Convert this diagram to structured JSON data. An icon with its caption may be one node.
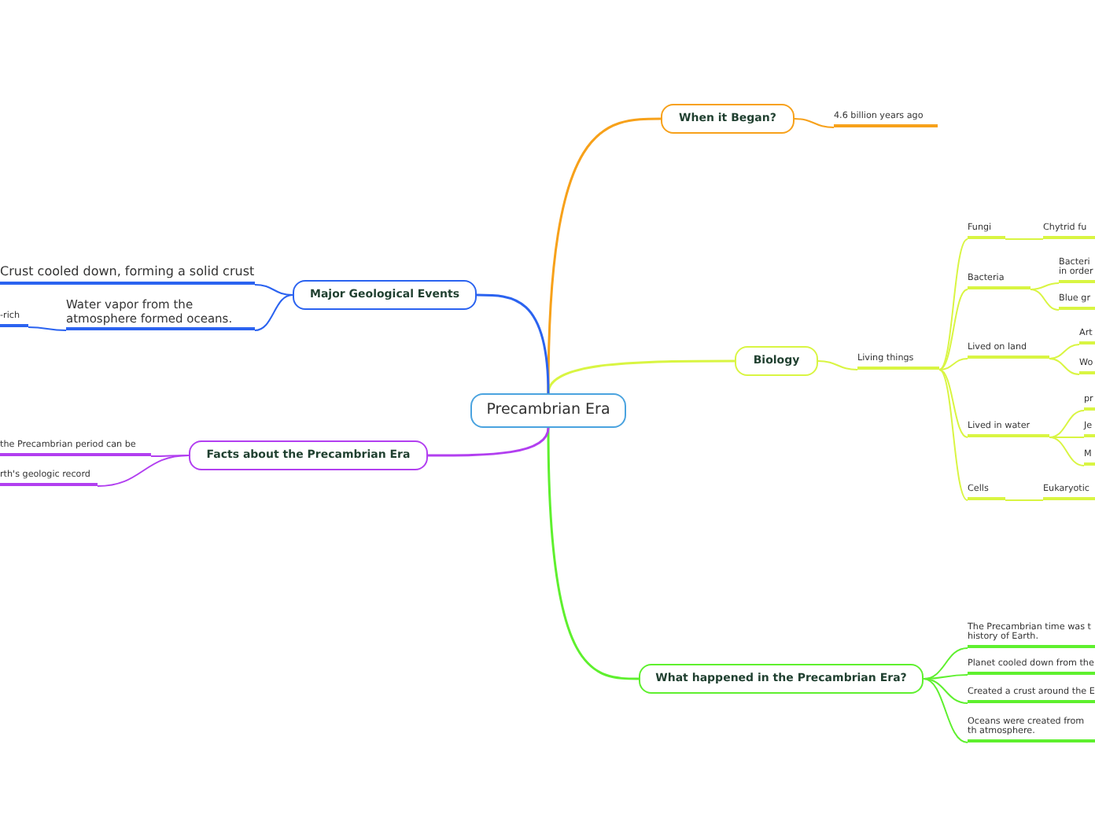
{
  "diagram": {
    "nodes": [
      {
        "text": [
          "Precambrian Era"
        ]
      },
      {
        "text": [
          "When it Began?"
        ]
      },
      {
        "text": [
          "4.6 billion years ago"
        ]
      },
      {
        "text": [
          "Biology"
        ]
      },
      {
        "text": [
          "Living things"
        ]
      },
      {
        "text": [
          "Fungi"
        ]
      },
      {
        "text": [
          "Chytrid fu"
        ]
      },
      {
        "text": [
          "Bacteria"
        ]
      },
      {
        "text": [
          "Bacteri in order"
        ]
      },
      {
        "text": [
          "Blue gr"
        ]
      },
      {
        "text": [
          "Lived on land"
        ]
      },
      {
        "text": [
          "Art"
        ]
      },
      {
        "text": [
          "Wo"
        ]
      },
      {
        "text": [
          "Lived in water"
        ]
      },
      {
        "text": [
          "pr"
        ]
      },
      {
        "text": [
          "Je"
        ]
      },
      {
        "text": [
          "M"
        ]
      },
      {
        "text": [
          "Cells"
        ]
      },
      {
        "text": [
          "Eukaryotic"
        ]
      },
      {
        "text": [
          "What happened in the Precambrian Era?"
        ]
      },
      {
        "text": [
          "The Precambrian time was t history of Earth."
        ]
      },
      {
        "text": [
          "Planet cooled down from the"
        ]
      },
      {
        "text": [
          "Created a crust around the E"
        ]
      },
      {
        "text": [
          "Oceans were created from th atmosphere."
        ]
      },
      {
        "text": [
          "Major Geological Events"
        ]
      },
      {
        "text": [
          "Crust cooled down, forming a solid crust"
        ]
      },
      {
        "text": [
          "Water vapor from the atmosphere formed oceans."
        ]
      },
      {
        "text": [
          "-rich"
        ]
      },
      {
        "text": [
          "Facts about the Precambrian Era"
        ]
      },
      {
        "text": [
          "the Precambrian period can be"
        ]
      },
      {
        "text": [
          "rth's geologic record"
        ]
      }
    ],
    "edges": [
      {
        "from": 0,
        "to": 1,
        "arrow": "none",
        "color": "#f7a11a"
      },
      {
        "from": 1,
        "to": 2,
        "arrow": "none",
        "color": "#f7a11a"
      },
      {
        "from": 0,
        "to": 3,
        "arrow": "none"
      },
      {
        "from": 3,
        "to": 4,
        "arrow": "none"
      },
      {
        "from": 4,
        "to": 5,
        "arrow": "none"
      },
      {
        "from": 5,
        "to": 6,
        "arrow": "none"
      },
      {
        "from": 4,
        "to": 7,
        "arrow": "none"
      },
      {
        "from": 7,
        "to": 8,
        "arrow": "none"
      },
      {
        "from": 7,
        "to": 9,
        "arrow": "none"
      },
      {
        "from": 4,
        "to": 10,
        "arrow": "none"
      },
      {
        "from": 10,
        "to": 11,
        "arrow": "none"
      },
      {
        "from": 10,
        "to": 12,
        "arrow": "none"
      },
      {
        "from": 4,
        "to": 13,
        "arrow": "none"
      },
      {
        "from": 13,
        "to": 14,
        "arrow": "none"
      },
      {
        "from": 13,
        "to": 15,
        "arrow": "none"
      },
      {
        "from": 13,
        "to": 16,
        "arrow": "none"
      },
      {
        "from": 4,
        "to": 17,
        "arrow": "none"
      },
      {
        "from": 17,
        "to": 18,
        "arrow": "none"
      },
      {
        "from": 0,
        "to": 19,
        "arrow": "none",
        "color": "#5ef02e"
      },
      {
        "from": 19,
        "to": 20,
        "arrow": "none",
        "color": "#5ef02e"
      },
      {
        "from": 19,
        "to": 21,
        "arrow": "none",
        "color": "#5ef02e"
      },
      {
        "from": 19,
        "to": 22,
        "arrow": "none",
        "color": "#5ef02e"
      },
      {
        "from": 19,
        "to": 23,
        "arrow": "none",
        "color": "#5ef02e"
      },
      {
        "from": 0,
        "to": 24,
        "arrow": "none",
        "color": "#2b63f0"
      },
      {
        "from": 24,
        "to": 25,
        "arrow": "none",
        "color": "#2b63f0"
      },
      {
        "from": 24,
        "to": 26,
        "arrow": "none",
        "color": "#2b63f0"
      },
      {
        "from": 26,
        "to": 27,
        "arrow": "none",
        "color": "#2b63f0"
      },
      {
        "from": 0,
        "to": 28,
        "arrow": "none",
        "color": "#b23ff0"
      },
      {
        "from": 28,
        "to": 29,
        "arrow": "none",
        "color": "#b23ff0"
      },
      {
        "from": 28,
        "to": 30,
        "arrow": "none",
        "color": "#b23ff0"
      }
    ]
  }
}
